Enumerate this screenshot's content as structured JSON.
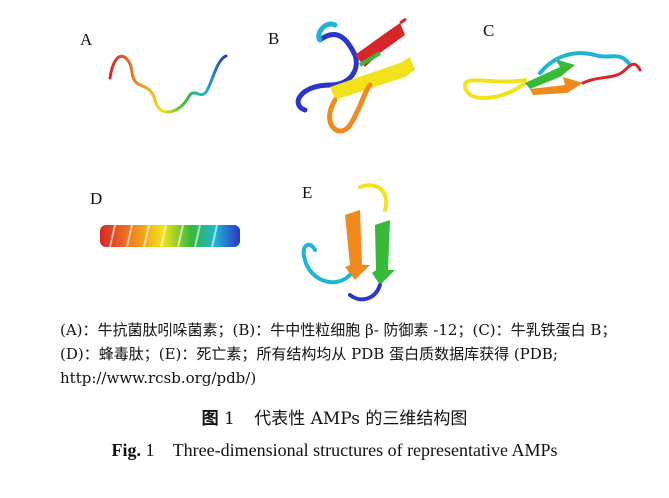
{
  "panels": [
    {
      "label": "A"
    },
    {
      "label": "B"
    },
    {
      "label": "C"
    },
    {
      "label": "D"
    },
    {
      "label": "E"
    }
  ],
  "legend_text": "(A)：牛抗菌肽吲哚菌素；(B)：牛中性粒细胞 β- 防御素 -12；(C)：牛乳铁蛋白 B；(D)：蜂毒肽；(E)：死亡素；所有结构均从 PDB 蛋白质数据库获得 (PDB; http://www.rcsb.org/pdb/)",
  "caption_cn": {
    "prefix": "图",
    "number": "1",
    "text": "代表性 AMPs 的三维结构图"
  },
  "caption_en": {
    "prefix": "Fig.",
    "number": "1",
    "text": "Three-dimensional structures of representative AMPs"
  },
  "colors": {
    "red": "#d7262a",
    "orange": "#f08a1d",
    "yellow": "#f2e21c",
    "green": "#37b93a",
    "cyan": "#1fb4d4",
    "blue": "#2b35c9"
  }
}
